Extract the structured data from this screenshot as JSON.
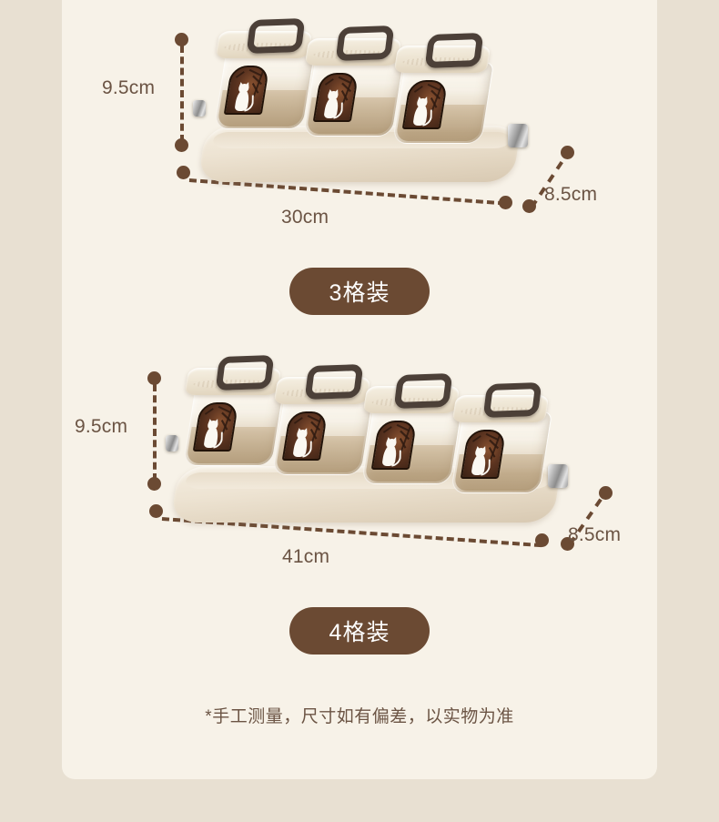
{
  "page": {
    "background_color": "#E8E0D2",
    "card_color": "#F7F2E8",
    "accent_color": "#6B4A33",
    "text_color": "#6B5444"
  },
  "products": [
    {
      "id": "set-3",
      "badge_label": "3格装",
      "compartments": 3,
      "dimensions": {
        "height": "9.5cm",
        "width": "30cm",
        "depth": "8.5cm"
      },
      "jars": [
        {
          "decal": "cat-silhouette-decal",
          "handle": "oval-lid-handle"
        },
        {
          "decal": "cat-silhouette-decal",
          "handle": "oval-lid-handle"
        },
        {
          "decal": "cat-silhouette-decal",
          "handle": "oval-lid-handle"
        }
      ]
    },
    {
      "id": "set-4",
      "badge_label": "4格装",
      "compartments": 4,
      "dimensions": {
        "height": "9.5cm",
        "width": "41cm",
        "depth": "8.5cm"
      },
      "jars": [
        {
          "decal": "cat-silhouette-decal",
          "handle": "oval-lid-handle"
        },
        {
          "decal": "cat-silhouette-decal",
          "handle": "oval-lid-handle"
        },
        {
          "decal": "cat-silhouette-decal",
          "handle": "oval-lid-handle"
        },
        {
          "decal": "cat-silhouette-decal",
          "handle": "oval-lid-handle"
        }
      ]
    }
  ],
  "footnote": "*手工测量，尺寸如有偏差，以实物为准"
}
